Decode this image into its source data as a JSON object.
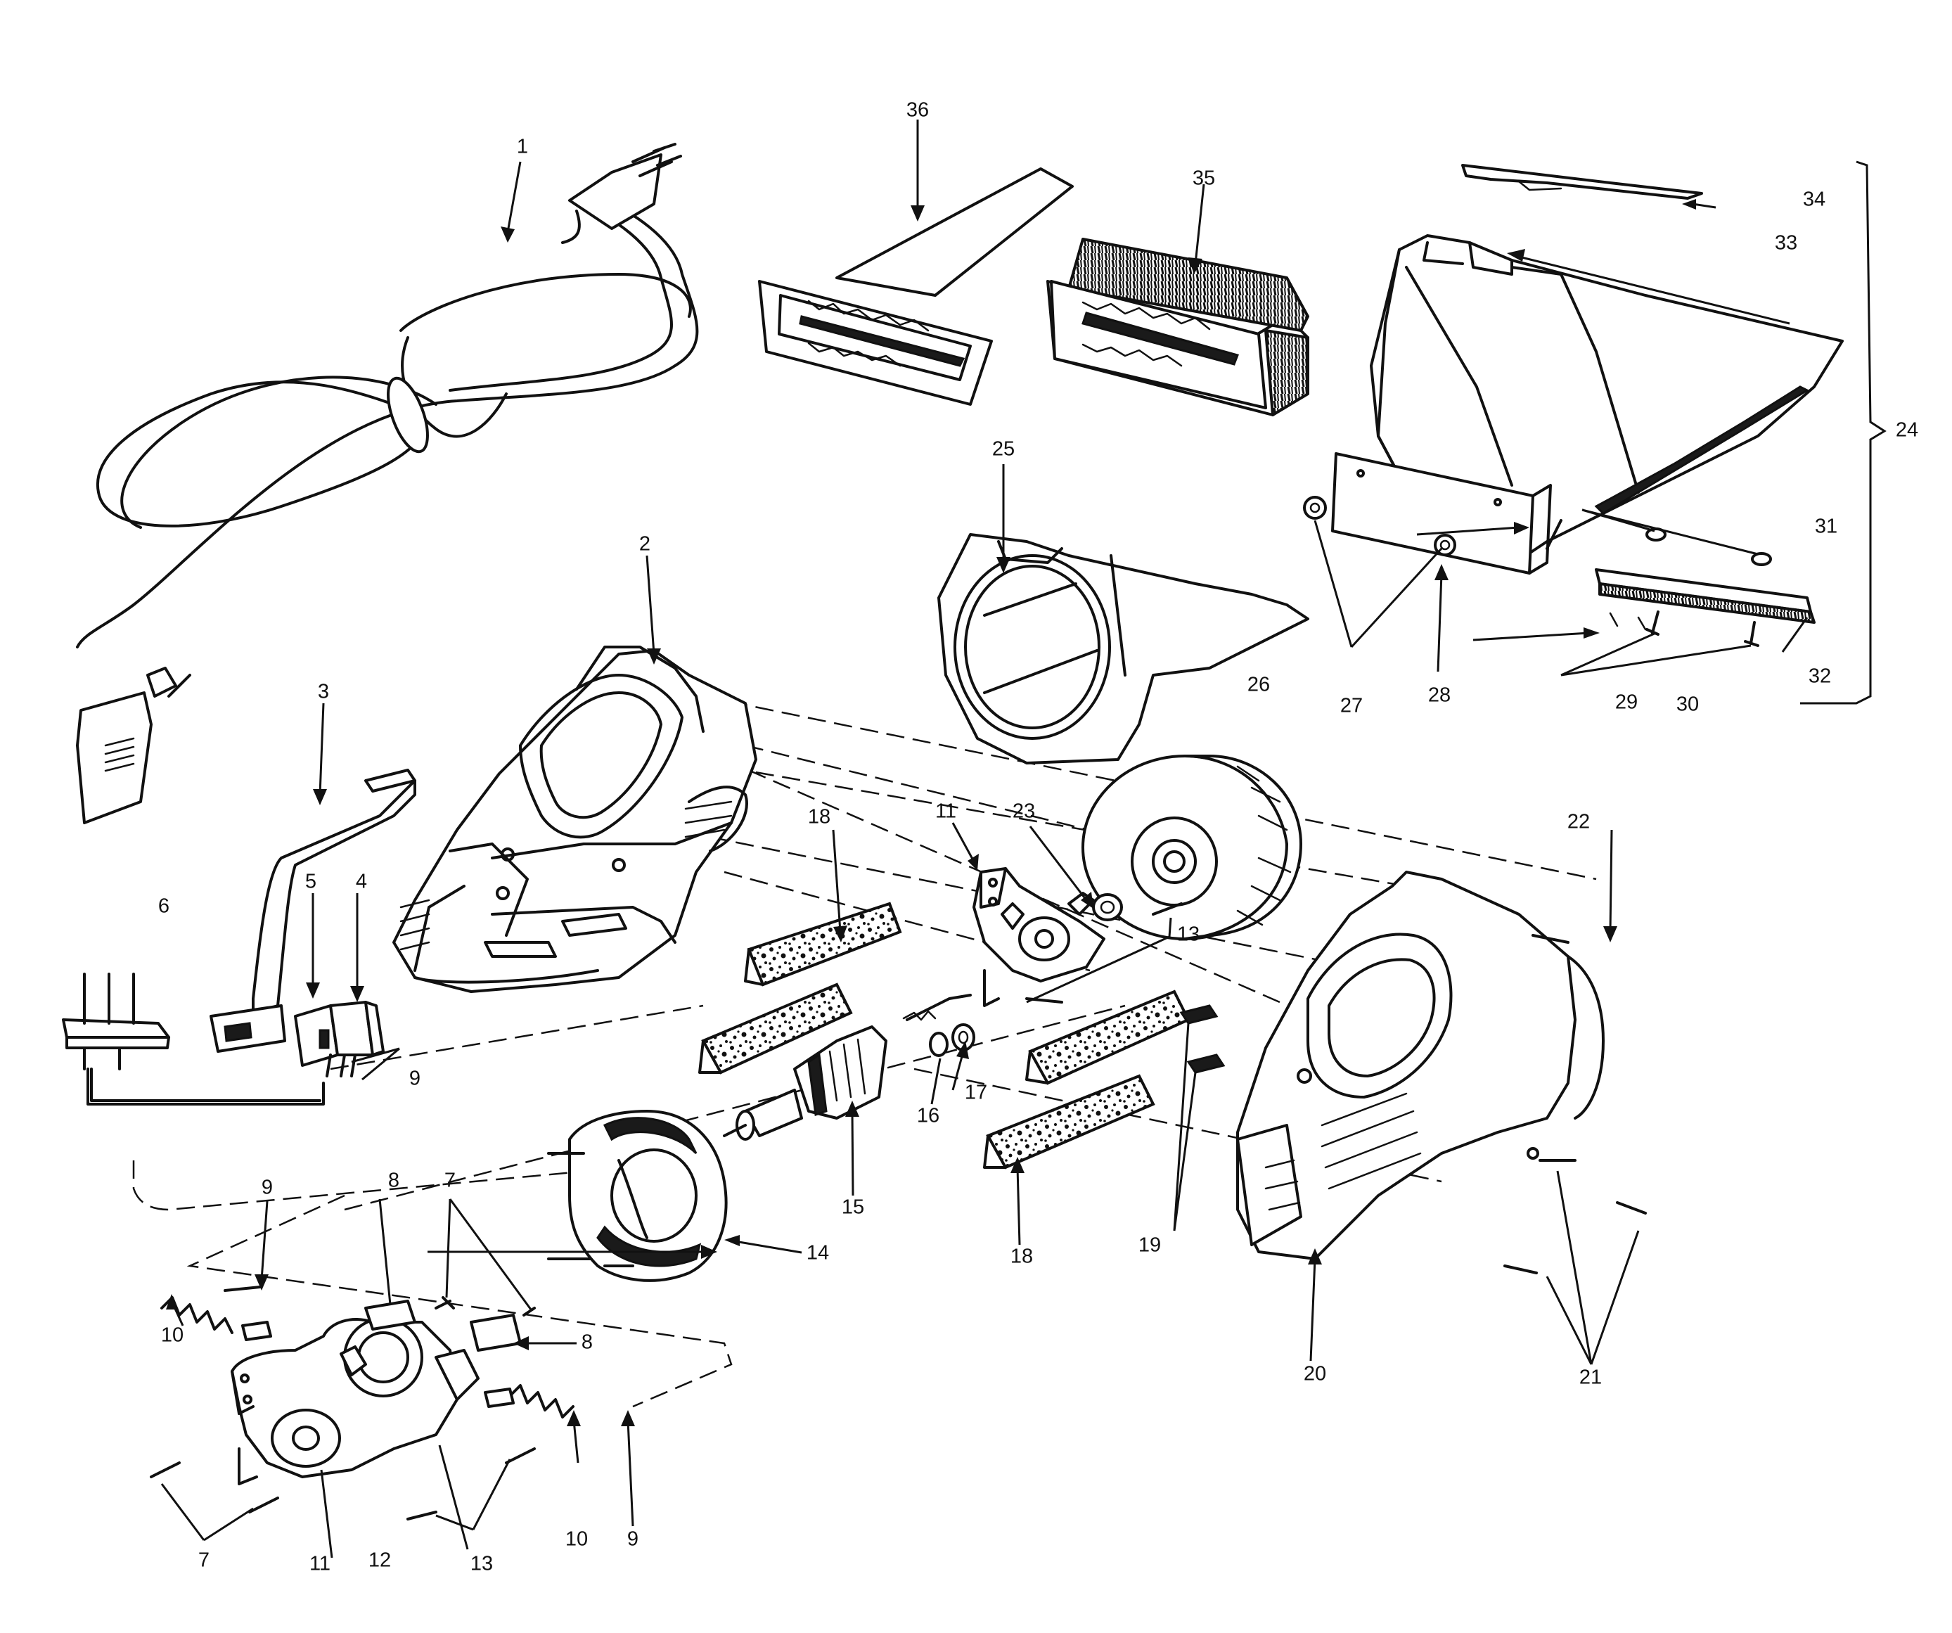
{
  "diagram": {
    "callouts": [
      {
        "id": "c1",
        "label": "1"
      },
      {
        "id": "c2",
        "label": "2"
      },
      {
        "id": "c3",
        "label": "3"
      },
      {
        "id": "c4",
        "label": "4"
      },
      {
        "id": "c5",
        "label": "5"
      },
      {
        "id": "c6",
        "label": "6"
      },
      {
        "id": "c7a",
        "label": "7"
      },
      {
        "id": "c7b",
        "label": "7"
      },
      {
        "id": "c8a",
        "label": "8"
      },
      {
        "id": "c8b",
        "label": "8"
      },
      {
        "id": "c9a",
        "label": "9"
      },
      {
        "id": "c9b",
        "label": "9"
      },
      {
        "id": "c9c",
        "label": "9"
      },
      {
        "id": "c10a",
        "label": "10"
      },
      {
        "id": "c10b",
        "label": "10"
      },
      {
        "id": "c11a",
        "label": "11"
      },
      {
        "id": "c11b",
        "label": "11"
      },
      {
        "id": "c12",
        "label": "12"
      },
      {
        "id": "c13a",
        "label": "13"
      },
      {
        "id": "c13b",
        "label": "13"
      },
      {
        "id": "c14",
        "label": "14"
      },
      {
        "id": "c15",
        "label": "15"
      },
      {
        "id": "c16",
        "label": "16"
      },
      {
        "id": "c17",
        "label": "17"
      },
      {
        "id": "c18a",
        "label": "18"
      },
      {
        "id": "c18b",
        "label": "18"
      },
      {
        "id": "c19",
        "label": "19"
      },
      {
        "id": "c20",
        "label": "20"
      },
      {
        "id": "c21",
        "label": "21"
      },
      {
        "id": "c22",
        "label": "22"
      },
      {
        "id": "c23",
        "label": "23"
      },
      {
        "id": "c24",
        "label": "24"
      },
      {
        "id": "c25",
        "label": "25"
      },
      {
        "id": "c26",
        "label": "26"
      },
      {
        "id": "c27",
        "label": "27"
      },
      {
        "id": "c28",
        "label": "28"
      },
      {
        "id": "c29",
        "label": "29"
      },
      {
        "id": "c30",
        "label": "30"
      },
      {
        "id": "c31",
        "label": "31"
      },
      {
        "id": "c32",
        "label": "32"
      },
      {
        "id": "c33",
        "label": "33"
      },
      {
        "id": "c34",
        "label": "34"
      },
      {
        "id": "c35",
        "label": "35"
      },
      {
        "id": "c36",
        "label": "36"
      }
    ]
  }
}
